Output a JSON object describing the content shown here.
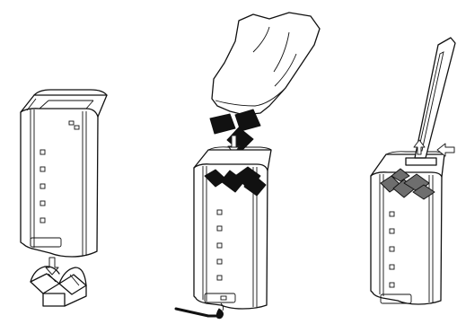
{
  "figure": {
    "panels": [
      {
        "id": "step-1",
        "tool": "fire-grate"
      },
      {
        "id": "step-2",
        "tool": "charcoal-bag",
        "extra": "lighter-stick"
      },
      {
        "id": "step-3",
        "tool": "lifting-handle"
      }
    ],
    "colors": {
      "line": "#111111",
      "coal": "#111111",
      "ash": "#6e6e6e",
      "background": "#ffffff"
    },
    "icons": [
      "chimney-starter",
      "grate",
      "charcoal-bag",
      "charcoal-briquette",
      "arrow",
      "match",
      "handle"
    ]
  }
}
